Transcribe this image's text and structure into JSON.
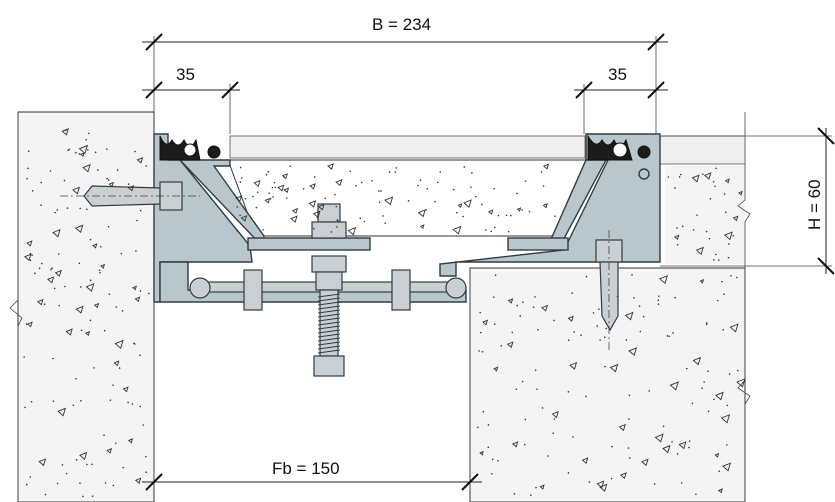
{
  "dimensions": {
    "width_total": "B = 234",
    "left_edge": "35",
    "right_edge": "35",
    "height": "H = 60",
    "gap": "Fb = 150"
  },
  "colors": {
    "profile": "#b9c6cc",
    "outline": "#2f3d44",
    "seal": "#1c1c1c",
    "concrete": "#f4f4f4"
  }
}
